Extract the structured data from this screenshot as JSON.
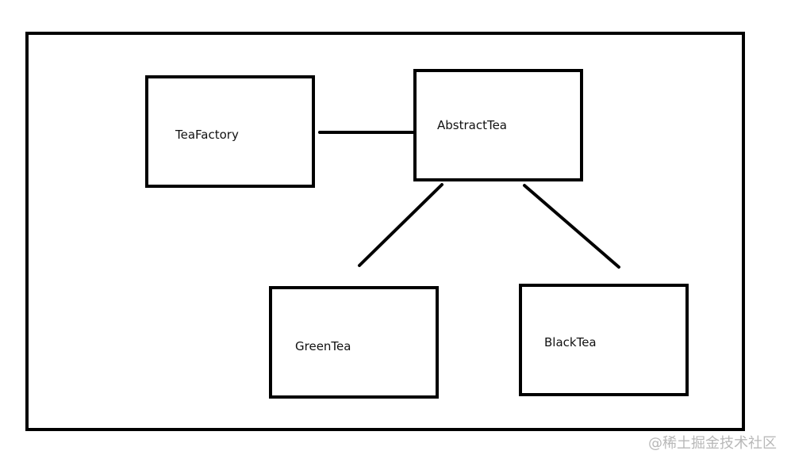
{
  "diagram": {
    "nodes": [
      {
        "id": "teafactory",
        "label": "TeaFactory"
      },
      {
        "id": "abstracttea",
        "label": "AbstractTea"
      },
      {
        "id": "greentea",
        "label": "GreenTea"
      },
      {
        "id": "blacktea",
        "label": "BlackTea"
      }
    ],
    "edges": [
      {
        "from": "teafactory",
        "to": "abstracttea"
      },
      {
        "from": "abstracttea",
        "to": "greentea"
      },
      {
        "from": "abstracttea",
        "to": "blacktea"
      }
    ]
  },
  "watermark": {
    "text": "@稀土掘金技术社区"
  },
  "colors": {
    "stroke": "#000000",
    "background": "#ffffff",
    "watermark": "#b8b8b8"
  }
}
